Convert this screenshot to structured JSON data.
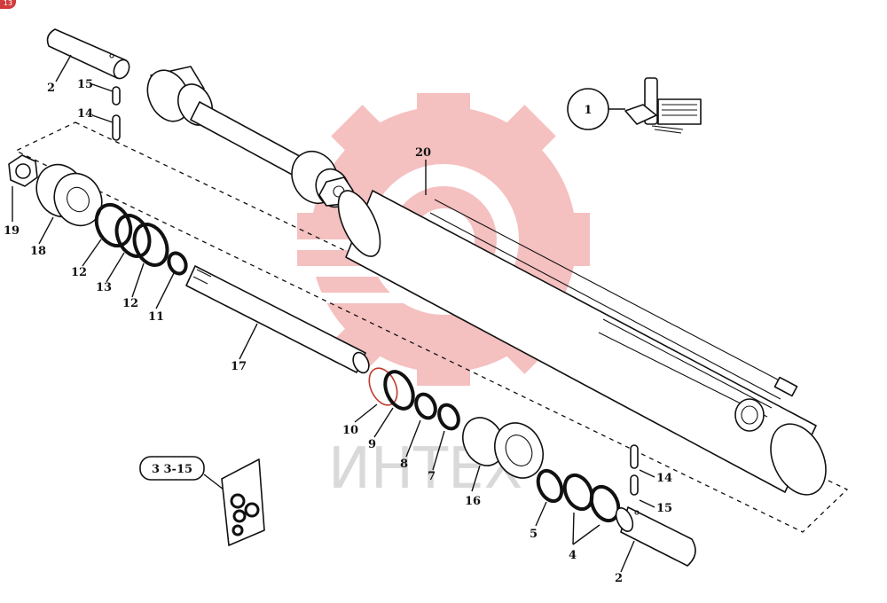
{
  "badge": "13",
  "watermark": "ИНТЕХ",
  "callouts": {
    "circle_1": "1",
    "kit_ref": "3 3-15"
  },
  "labels": [
    {
      "id": "lbl-2-top",
      "text": "2"
    },
    {
      "id": "lbl-15-top",
      "text": "15"
    },
    {
      "id": "lbl-14-top",
      "text": "14"
    },
    {
      "id": "lbl-19",
      "text": "19"
    },
    {
      "id": "lbl-18",
      "text": "18"
    },
    {
      "id": "lbl-12a",
      "text": "12"
    },
    {
      "id": "lbl-13",
      "text": "13"
    },
    {
      "id": "lbl-12b",
      "text": "12"
    },
    {
      "id": "lbl-11",
      "text": "11"
    },
    {
      "id": "lbl-17",
      "text": "17"
    },
    {
      "id": "lbl-20",
      "text": "20"
    },
    {
      "id": "lbl-10",
      "text": "10"
    },
    {
      "id": "lbl-9",
      "text": "9"
    },
    {
      "id": "lbl-8",
      "text": "8"
    },
    {
      "id": "lbl-7",
      "text": "7"
    },
    {
      "id": "lbl-16",
      "text": "16"
    },
    {
      "id": "lbl-5",
      "text": "5"
    },
    {
      "id": "lbl-4",
      "text": "4"
    },
    {
      "id": "lbl-14-bot",
      "text": "14"
    },
    {
      "id": "lbl-15-bot",
      "text": "15"
    },
    {
      "id": "lbl-2-bot",
      "text": "2"
    }
  ]
}
